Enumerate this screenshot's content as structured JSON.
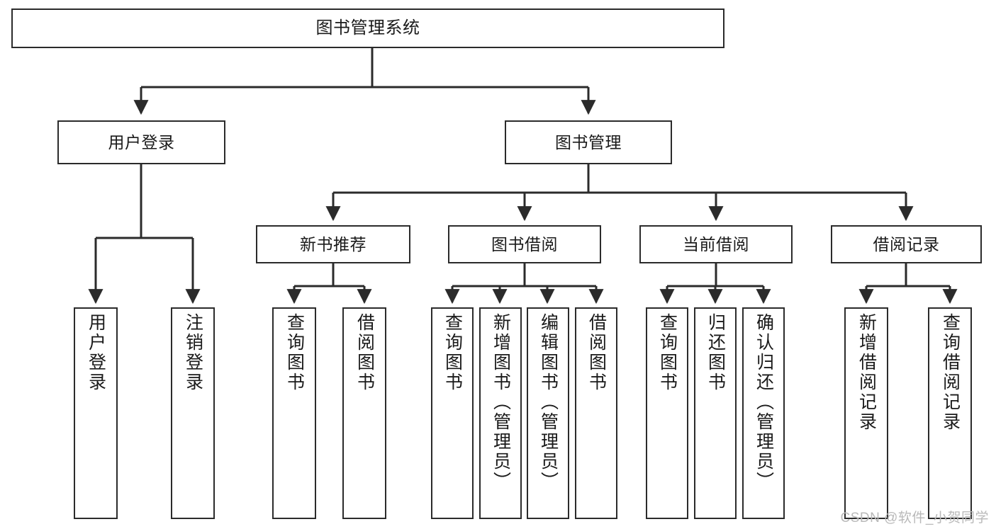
{
  "diagram": {
    "type": "tree-hierarchy",
    "title": "图书管理系统",
    "watermark": "CSDN @软件_小贺同学",
    "colors": {
      "stroke": "#2b2b2b",
      "fill": "#ffffff",
      "text": "#1a1a1a",
      "watermark": "#b9b9b9"
    },
    "root": {
      "label": "图书管理系统"
    },
    "level2": [
      {
        "label": "用户登录"
      },
      {
        "label": "图书管理"
      }
    ],
    "level3": [
      {
        "label": "新书推荐"
      },
      {
        "label": "图书借阅"
      },
      {
        "label": "当前借阅"
      },
      {
        "label": "借阅记录"
      }
    ],
    "leaves": {
      "user_login": [
        {
          "label": "用户登录"
        },
        {
          "label": "注销登录"
        }
      ],
      "new_book": [
        {
          "label": "查询图书"
        },
        {
          "label": "借阅图书"
        }
      ],
      "book_borrow": [
        {
          "label": "查询图书"
        },
        {
          "label": "新增图书（管理员）"
        },
        {
          "label": "编辑图书（管理员）"
        },
        {
          "label": "借阅图书"
        }
      ],
      "current_borrow": [
        {
          "label": "查询图书"
        },
        {
          "label": "归还图书"
        },
        {
          "label": "确认归还（管理员）"
        }
      ],
      "borrow_record": [
        {
          "label": "新增借阅记录"
        },
        {
          "label": "查询借阅记录"
        }
      ]
    }
  }
}
